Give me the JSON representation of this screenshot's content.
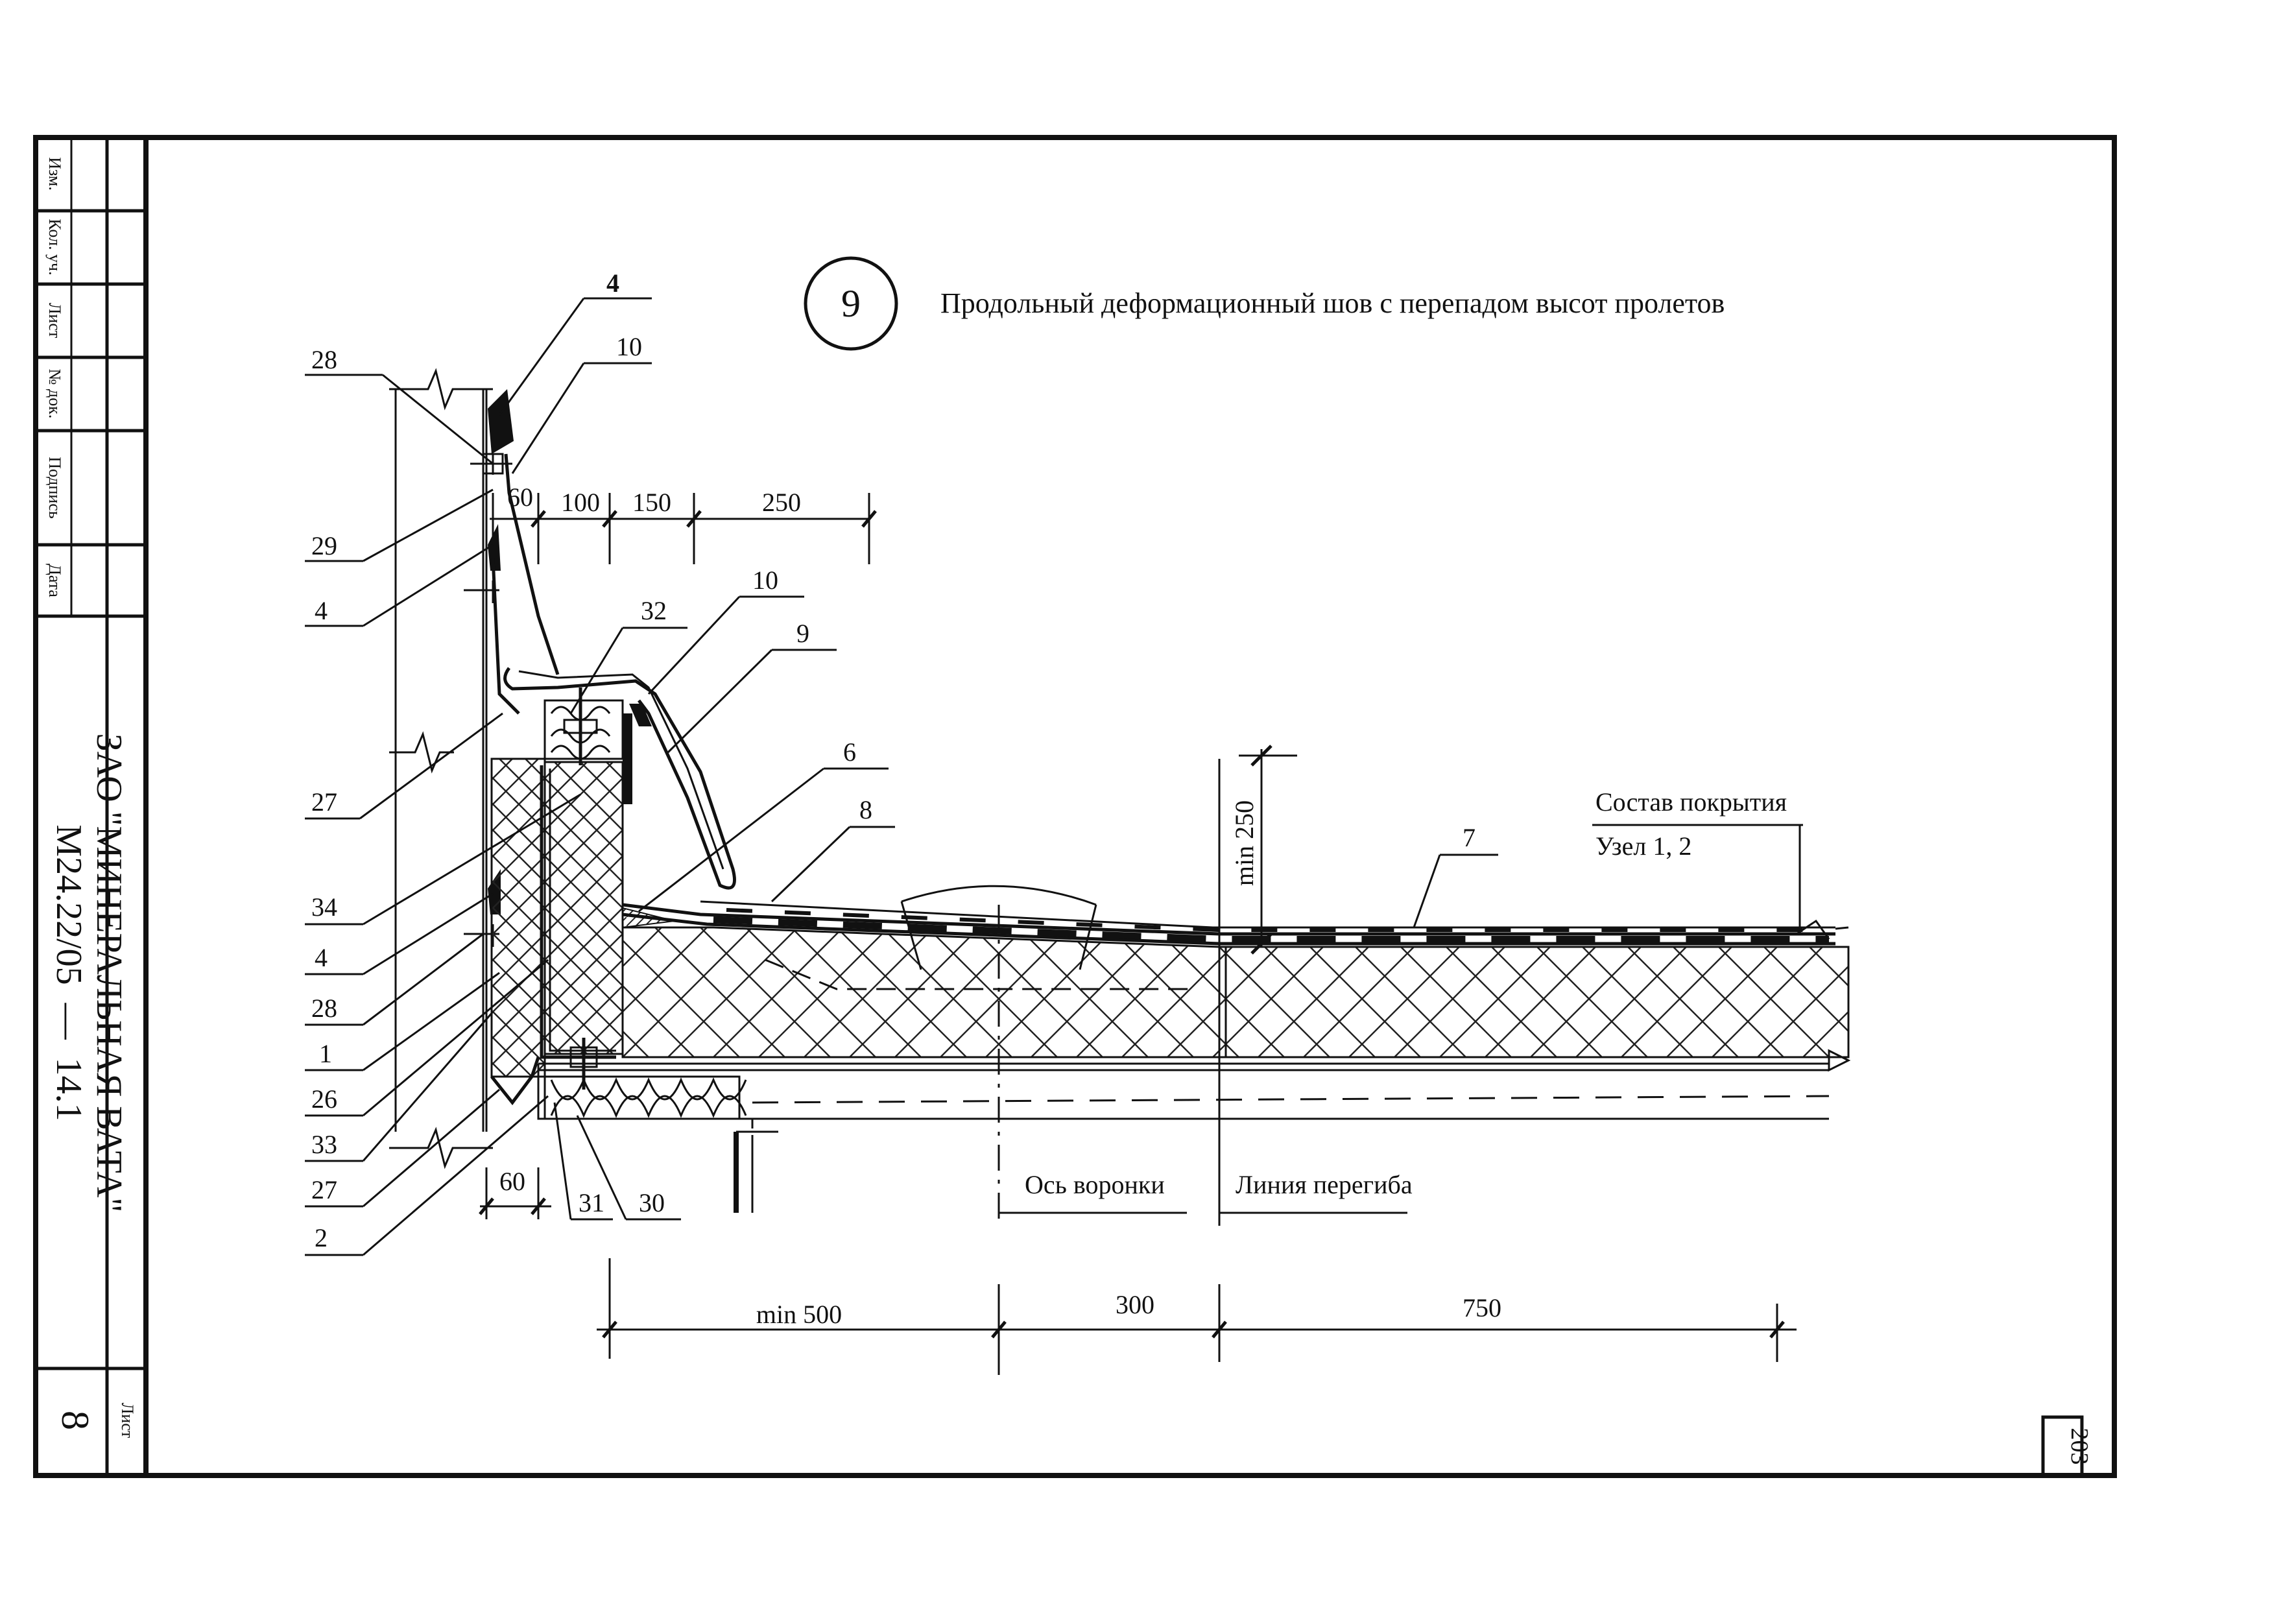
{
  "drawing": {
    "detail_number": "9",
    "title": "Продольный деформационный шов с перепадом высот пролетов",
    "sheet_page": "203"
  },
  "title_block": {
    "columns": [
      "Изм.",
      "Кол. уч.",
      "Лист",
      "№ док.",
      "Подпись",
      "Дата"
    ],
    "company": "ЗАО \"МИНЕРАЛЬНАЯ ВАТА\"",
    "code": "М24.22/05  —  14.1",
    "sheet_label": "Лист",
    "sheet_number": "8"
  },
  "callouts": {
    "c_4_top": "4",
    "c_10_top": "10",
    "c_28_top": "28",
    "c_29": "29",
    "c_4_mid": "4",
    "c_32": "32",
    "c_10_mid": "10",
    "c_9": "9",
    "c_6": "6",
    "c_8": "8",
    "c_27_top": "27",
    "c_34": "34",
    "c_4_low": "4",
    "c_28_low": "28",
    "c_1": "1",
    "c_26": "26",
    "c_33": "33",
    "c_27_low": "27",
    "c_2": "2",
    "c_31": "31",
    "c_30": "30",
    "c_7": "7"
  },
  "dimensions": {
    "d60_top": "60",
    "d100": "100",
    "d150": "150",
    "d250": "250",
    "min250": "min 250",
    "d60_bottom": "60",
    "min500": "min 500",
    "d300": "300",
    "d750": "750"
  },
  "notes": {
    "composition_title": "Состав покрытия",
    "composition_ref": "Узел 1, 2",
    "funnel_axis": "Ось воронки",
    "bend_line": "Линия перегиба"
  }
}
